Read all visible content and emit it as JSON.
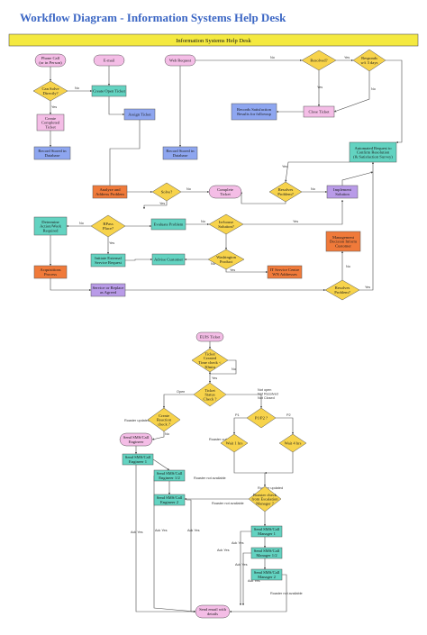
{
  "title": "Workflow Diagram - Information Systems Help Desk",
  "banner": "Information Systems Help Desk",
  "colors": {
    "pink": "#f4bde6",
    "teal": "#63d3c1",
    "blue": "#8ea6f0",
    "orange": "#f07a3a",
    "purple": "#b99be8",
    "yellow": "#f7d34b",
    "banner": "#f4e940",
    "line": "#4a4a4a"
  },
  "nodes": [
    {
      "id": "phone-call",
      "shape": "terminator",
      "color": "pink",
      "lines": [
        "Phone Call",
        "(or in Person)"
      ]
    },
    {
      "id": "email",
      "shape": "terminator",
      "color": "pink",
      "lines": [
        "E-mail"
      ]
    },
    {
      "id": "web-request",
      "shape": "terminator",
      "color": "pink",
      "lines": [
        "Web Request"
      ]
    },
    {
      "id": "can-solve-directly",
      "shape": "decision",
      "color": "yellow",
      "lines": [
        "Can Solve",
        "Directly?"
      ]
    },
    {
      "id": "create-open-ticket",
      "shape": "process",
      "color": "teal",
      "lines": [
        "Create Open Ticket"
      ]
    },
    {
      "id": "create-completed-ticket",
      "shape": "process",
      "color": "pink",
      "lines": [
        "Create",
        "Completed",
        "Ticket"
      ]
    },
    {
      "id": "assign-ticket",
      "shape": "process",
      "color": "blue",
      "lines": [
        "Assign Ticket"
      ]
    },
    {
      "id": "record-db-1",
      "shape": "process",
      "color": "blue",
      "lines": [
        "Record Stored in",
        "Database"
      ]
    },
    {
      "id": "record-db-2",
      "shape": "process",
      "color": "blue",
      "lines": [
        "Record Stored in",
        "Database"
      ]
    },
    {
      "id": "resolved",
      "shape": "decision",
      "color": "yellow",
      "lines": [
        "Resolved?"
      ]
    },
    {
      "id": "responds-3-days",
      "shape": "decision",
      "color": "yellow",
      "lines": [
        "Responds",
        "w/i 3 days"
      ]
    },
    {
      "id": "records-satisfaction",
      "shape": "process",
      "color": "blue",
      "lines": [
        "Records Satisfaction",
        "Results for followup"
      ]
    },
    {
      "id": "close-ticket",
      "shape": "process",
      "color": "pink",
      "lines": [
        "Close Ticket"
      ]
    },
    {
      "id": "automated-request",
      "shape": "process",
      "color": "teal",
      "lines": [
        "Automated Request to",
        "Confirm Resolution",
        "(& Satisfaction Survey)"
      ]
    },
    {
      "id": "analyze-problem",
      "shape": "process",
      "color": "orange",
      "lines": [
        "Analyze and",
        "Address Problem"
      ]
    },
    {
      "id": "solve",
      "shape": "decision",
      "color": "yellow",
      "lines": [
        "Solve?"
      ]
    },
    {
      "id": "complete-ticket",
      "shape": "terminator",
      "color": "pink",
      "lines": [
        "Complete",
        "Ticket"
      ]
    },
    {
      "id": "resolves-problem-1",
      "shape": "decision",
      "color": "yellow",
      "lines": [
        "Resolves",
        "Problem?"
      ]
    },
    {
      "id": "implement-solution",
      "shape": "process",
      "color": "purple",
      "lines": [
        "Implement",
        "Solution"
      ]
    },
    {
      "id": "determine-action",
      "shape": "process",
      "color": "teal",
      "lines": [
        "Determine",
        "Action/Work",
        "Required"
      ]
    },
    {
      "id": "rpass-place",
      "shape": "decision",
      "color": "yellow",
      "lines": [
        "RPass",
        "Place?"
      ]
    },
    {
      "id": "evaluate-problem",
      "shape": "process",
      "color": "teal",
      "lines": [
        "Evaluate Problem"
      ]
    },
    {
      "id": "in-house-solution",
      "shape": "decision",
      "color": "yellow",
      "lines": [
        "In-house",
        "Solution?"
      ]
    },
    {
      "id": "management-decision",
      "shape": "process",
      "color": "orange",
      "lines": [
        "Management",
        "Decision Inform",
        "Customer"
      ]
    },
    {
      "id": "initiate-external",
      "shape": "process",
      "color": "teal",
      "lines": [
        "Initiate External",
        "Service Request"
      ]
    },
    {
      "id": "advise-customer",
      "shape": "process",
      "color": "teal",
      "lines": [
        "Advise Customer"
      ]
    },
    {
      "id": "washington-product",
      "shape": "decision",
      "color": "yellow",
      "lines": [
        "Washington",
        "Product"
      ]
    },
    {
      "id": "acquisitions-process",
      "shape": "process",
      "color": "orange",
      "lines": [
        "Acquisitions",
        "Process"
      ]
    },
    {
      "id": "service-or-replace",
      "shape": "process",
      "color": "purple",
      "lines": [
        "Service or Replace",
        "as Agreed"
      ]
    },
    {
      "id": "it-service-centre",
      "shape": "process",
      "color": "orange",
      "lines": [
        "IT Service Centre",
        "WN Addresses"
      ]
    },
    {
      "id": "resolves-problem-2",
      "shape": "decision",
      "color": "yellow",
      "lines": [
        "Resolves",
        "Problem?"
      ]
    },
    {
      "id": "eu-ticket",
      "shape": "terminator",
      "color": "pink",
      "lines": [
        "EUIS Ticket"
      ]
    },
    {
      "id": "ticket-created",
      "shape": "decision",
      "color": "yellow",
      "lines": [
        "Ticket",
        "Created",
        "Time check <",
        "30min"
      ]
    },
    {
      "id": "ticket-status-check",
      "shape": "decision",
      "color": "yellow",
      "lines": [
        "Ticket",
        "Status",
        "Check ?"
      ]
    },
    {
      "id": "create-reaction-check",
      "shape": "decision",
      "color": "yellow",
      "lines": [
        "Create",
        "Reaction",
        "check ?"
      ]
    },
    {
      "id": "p-level",
      "shape": "decision",
      "color": "yellow",
      "lines": [
        "P1/P2 ?"
      ]
    },
    {
      "id": "send-email-engineer",
      "shape": "terminator",
      "color": "pink",
      "lines": [
        "Send SMS/Call",
        "Engineer"
      ]
    },
    {
      "id": "wait-1-hr",
      "shape": "decision",
      "color": "yellow",
      "lines": [
        "Wait 1 hrs"
      ]
    },
    {
      "id": "wait-4-hrs",
      "shape": "decision",
      "color": "yellow",
      "lines": [
        "Wait 4 hrs"
      ]
    },
    {
      "id": "send-engineer-1",
      "shape": "process",
      "color": "teal",
      "lines": [
        "Send SMS/Call",
        "Engineer 1"
      ]
    },
    {
      "id": "send-engineer-1-2",
      "shape": "process",
      "color": "teal",
      "lines": [
        "Send SMS/Call",
        "Engineer 1/2"
      ]
    },
    {
      "id": "send-engineer-2",
      "shape": "process",
      "color": "teal",
      "lines": [
        "Send SMS/Call",
        "Engineer 2"
      ]
    },
    {
      "id": "roster-check",
      "shape": "decision",
      "color": "yellow",
      "lines": [
        "Roaster check",
        "from Escalation",
        "Manager ?"
      ]
    },
    {
      "id": "send-manager-1",
      "shape": "process",
      "color": "teal",
      "lines": [
        "Send SMS/Call",
        "Manager 1"
      ]
    },
    {
      "id": "send-manager-1-2",
      "shape": "process",
      "color": "teal",
      "lines": [
        "Send SMS/Call",
        "Manager 1/2"
      ]
    },
    {
      "id": "send-manager-2",
      "shape": "process",
      "color": "teal",
      "lines": [
        "Send SMS/Call",
        "Manager 2"
      ]
    },
    {
      "id": "send-email-details",
      "shape": "terminator",
      "color": "pink",
      "lines": [
        "Send email with",
        "details"
      ]
    }
  ],
  "edge_labels": [
    {
      "id": "no-solve-directly",
      "text": "No"
    },
    {
      "id": "yes-solve-directly",
      "text": "Yes"
    },
    {
      "id": "no-resolved",
      "text": "No"
    },
    {
      "id": "yes-resolved",
      "text": "Yes"
    },
    {
      "id": "yes-responds",
      "text": "Yes"
    },
    {
      "id": "no-responds",
      "text": "No"
    },
    {
      "id": "no-solve",
      "text": "No"
    },
    {
      "id": "yes-solve",
      "text": "Yes"
    },
    {
      "id": "yes-resolves-1",
      "text": "Yes"
    },
    {
      "id": "no-resolves-1",
      "text": "No"
    },
    {
      "id": "no-rpass",
      "text": "No"
    },
    {
      "id": "yes-rpass",
      "text": "Yes"
    },
    {
      "id": "no-inhouse",
      "text": "No"
    },
    {
      "id": "yes-inhouse",
      "text": "Yes"
    },
    {
      "id": "no-washington",
      "text": "No"
    },
    {
      "id": "yes-washington",
      "text": "Yes"
    },
    {
      "id": "no-resolves-2",
      "text": "No"
    },
    {
      "id": "yes-resolves-2",
      "text": "Yes"
    },
    {
      "id": "no-ticket-created",
      "text": "No"
    },
    {
      "id": "yes-ticket-created",
      "text": "Yes"
    },
    {
      "id": "open",
      "text": "Open"
    },
    {
      "id": "not-open",
      "text": "Not open\nNot Resolved\nNot Closed"
    },
    {
      "id": "p1",
      "text": "P1"
    },
    {
      "id": "p2",
      "text": "P2"
    },
    {
      "id": "reaction-no",
      "text": "No"
    },
    {
      "id": "roaster-updated",
      "text": "Roaster updated"
    },
    {
      "id": "ack-yes-1",
      "text": "Ack Yes"
    },
    {
      "id": "ack-yes-2",
      "text": "Ack Yes"
    },
    {
      "id": "ack-yes-3",
      "text": "Ack Yes"
    },
    {
      "id": "ack-yes-4",
      "text": "Ack Yes"
    },
    {
      "id": "ack-yes-5",
      "text": "Ack Yes"
    },
    {
      "id": "ack-yes-6",
      "text": "Ack Yes"
    },
    {
      "id": "ack-yes-7",
      "text": "Ack Yes"
    },
    {
      "id": "roaster-not-available-1",
      "text": "Roaster not available"
    },
    {
      "id": "roaster-not-available-2",
      "text": "Roaster not available"
    },
    {
      "id": "roaster-updated-2",
      "text": "Roaster updated"
    },
    {
      "id": "roaster-outdated",
      "text": "Roaster outdated"
    },
    {
      "id": "roaster-not-available-3",
      "text": "Roaster not available"
    }
  ]
}
